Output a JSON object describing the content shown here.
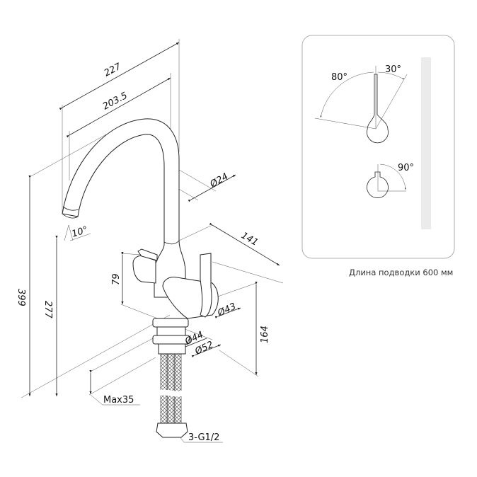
{
  "dimensions": {
    "reach_total": "227",
    "reach_spout": "203.5",
    "spout_diameter": "Ø24",
    "spout_angle": "10°",
    "height_total": "399",
    "height_spout": "277",
    "lever_height": "79",
    "depth": "141",
    "body_diameter": "Ø43",
    "body_height": "164",
    "base_diameter_inner": "Ø44",
    "base_diameter_outer": "Ø52",
    "max_countertop": "Max35",
    "connection": "3-G1/2"
  },
  "rotation_panel": {
    "angle_left": "80°",
    "angle_right": "30°",
    "angle_second": "90°",
    "caption": "Длина подводки 600 мм"
  },
  "colors": {
    "line": "#222222",
    "panel_border": "#999999",
    "bar": "#ebebeb"
  }
}
